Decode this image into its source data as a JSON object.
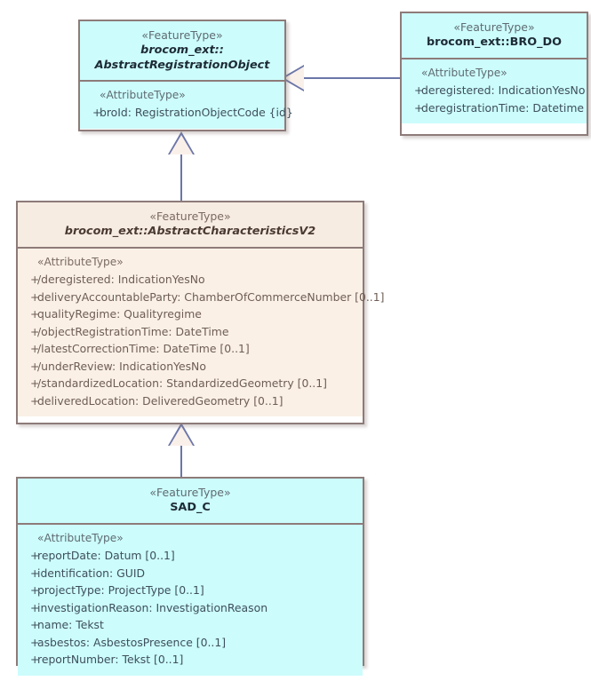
{
  "diagram": {
    "type": "uml-class-diagram",
    "colors": {
      "cyan_fill": "#ccfcfc",
      "beige_header_fill": "#f7ece1",
      "beige_body_fill": "#faf0e6",
      "box_border": "#8d7b79",
      "connector": "#6b76a8",
      "stereotype_text": "#5f6b72",
      "attribute_text": "#3e4f5c",
      "beige_attribute_text": "#6e5d55"
    },
    "classes": [
      {
        "id": "abstract-registration-object",
        "stereotype": "«FeatureType»",
        "name_line1": "brocom_ext::",
        "name_line2": "AbstractRegistrationObject",
        "italic": true,
        "attr_stereotype": "«AttributeType»",
        "attributes": [
          {
            "visibility": "+",
            "text": "broId: RegistrationObjectCode {id}"
          }
        ]
      },
      {
        "id": "bro-do",
        "stereotype": "«FeatureType»",
        "name_line1": "brocom_ext::BRO_DO",
        "name_line2": "",
        "italic": false,
        "attr_stereotype": "«AttributeType»",
        "attributes": [
          {
            "visibility": "+",
            "text": "deregistered: IndicationYesNo"
          },
          {
            "visibility": "+",
            "text": "deregistrationTime: Datetime"
          }
        ]
      },
      {
        "id": "abstract-characteristics-v2",
        "stereotype": "«FeatureType»",
        "name_line1": "brocom_ext::AbstractCharacteristicsV2",
        "name_line2": "",
        "italic": true,
        "attr_stereotype": "«AttributeType»",
        "attributes": [
          {
            "visibility": "+",
            "text": "/deregistered: IndicationYesNo"
          },
          {
            "visibility": "+",
            "text": "deliveryAccountableParty: ChamberOfCommerceNumber [0..1]"
          },
          {
            "visibility": "+",
            "text": "qualityRegime: Qualityregime"
          },
          {
            "visibility": "+",
            "text": "/objectRegistrationTime: DateTime"
          },
          {
            "visibility": "+",
            "text": "/latestCorrectionTime: DateTime [0..1]"
          },
          {
            "visibility": "+",
            "text": "/underReview: IndicationYesNo"
          },
          {
            "visibility": "+",
            "text": "/standardizedLocation: StandardizedGeometry [0..1]"
          },
          {
            "visibility": "+",
            "text": "deliveredLocation: DeliveredGeometry [0..1]"
          }
        ]
      },
      {
        "id": "sad-c",
        "stereotype": "«FeatureType»",
        "name_line1": "SAD_C",
        "name_line2": "",
        "italic": false,
        "attr_stereotype": "«AttributeType»",
        "attributes": [
          {
            "visibility": "+",
            "text": "reportDate: Datum [0..1]"
          },
          {
            "visibility": "+",
            "text": "identification: GUID"
          },
          {
            "visibility": "+",
            "text": "projectType: ProjectType [0..1]"
          },
          {
            "visibility": "+",
            "text": "investigationReason: InvestigationReason"
          },
          {
            "visibility": "+",
            "text": "name: Tekst"
          },
          {
            "visibility": "+",
            "text": "asbestos: AsbestosPresence [0..1]"
          },
          {
            "visibility": "+",
            "text": "reportNumber: Tekst [0..1]"
          }
        ]
      }
    ],
    "relationships": [
      {
        "id": "gen-brodo-to-aro",
        "kind": "generalization",
        "source": "bro-do",
        "target": "abstract-registration-object"
      },
      {
        "id": "gen-acv2-to-aro",
        "kind": "generalization",
        "source": "abstract-characteristics-v2",
        "target": "abstract-registration-object"
      },
      {
        "id": "gen-sadc-to-acv2",
        "kind": "generalization",
        "source": "sad-c",
        "target": "abstract-characteristics-v2"
      }
    ]
  }
}
